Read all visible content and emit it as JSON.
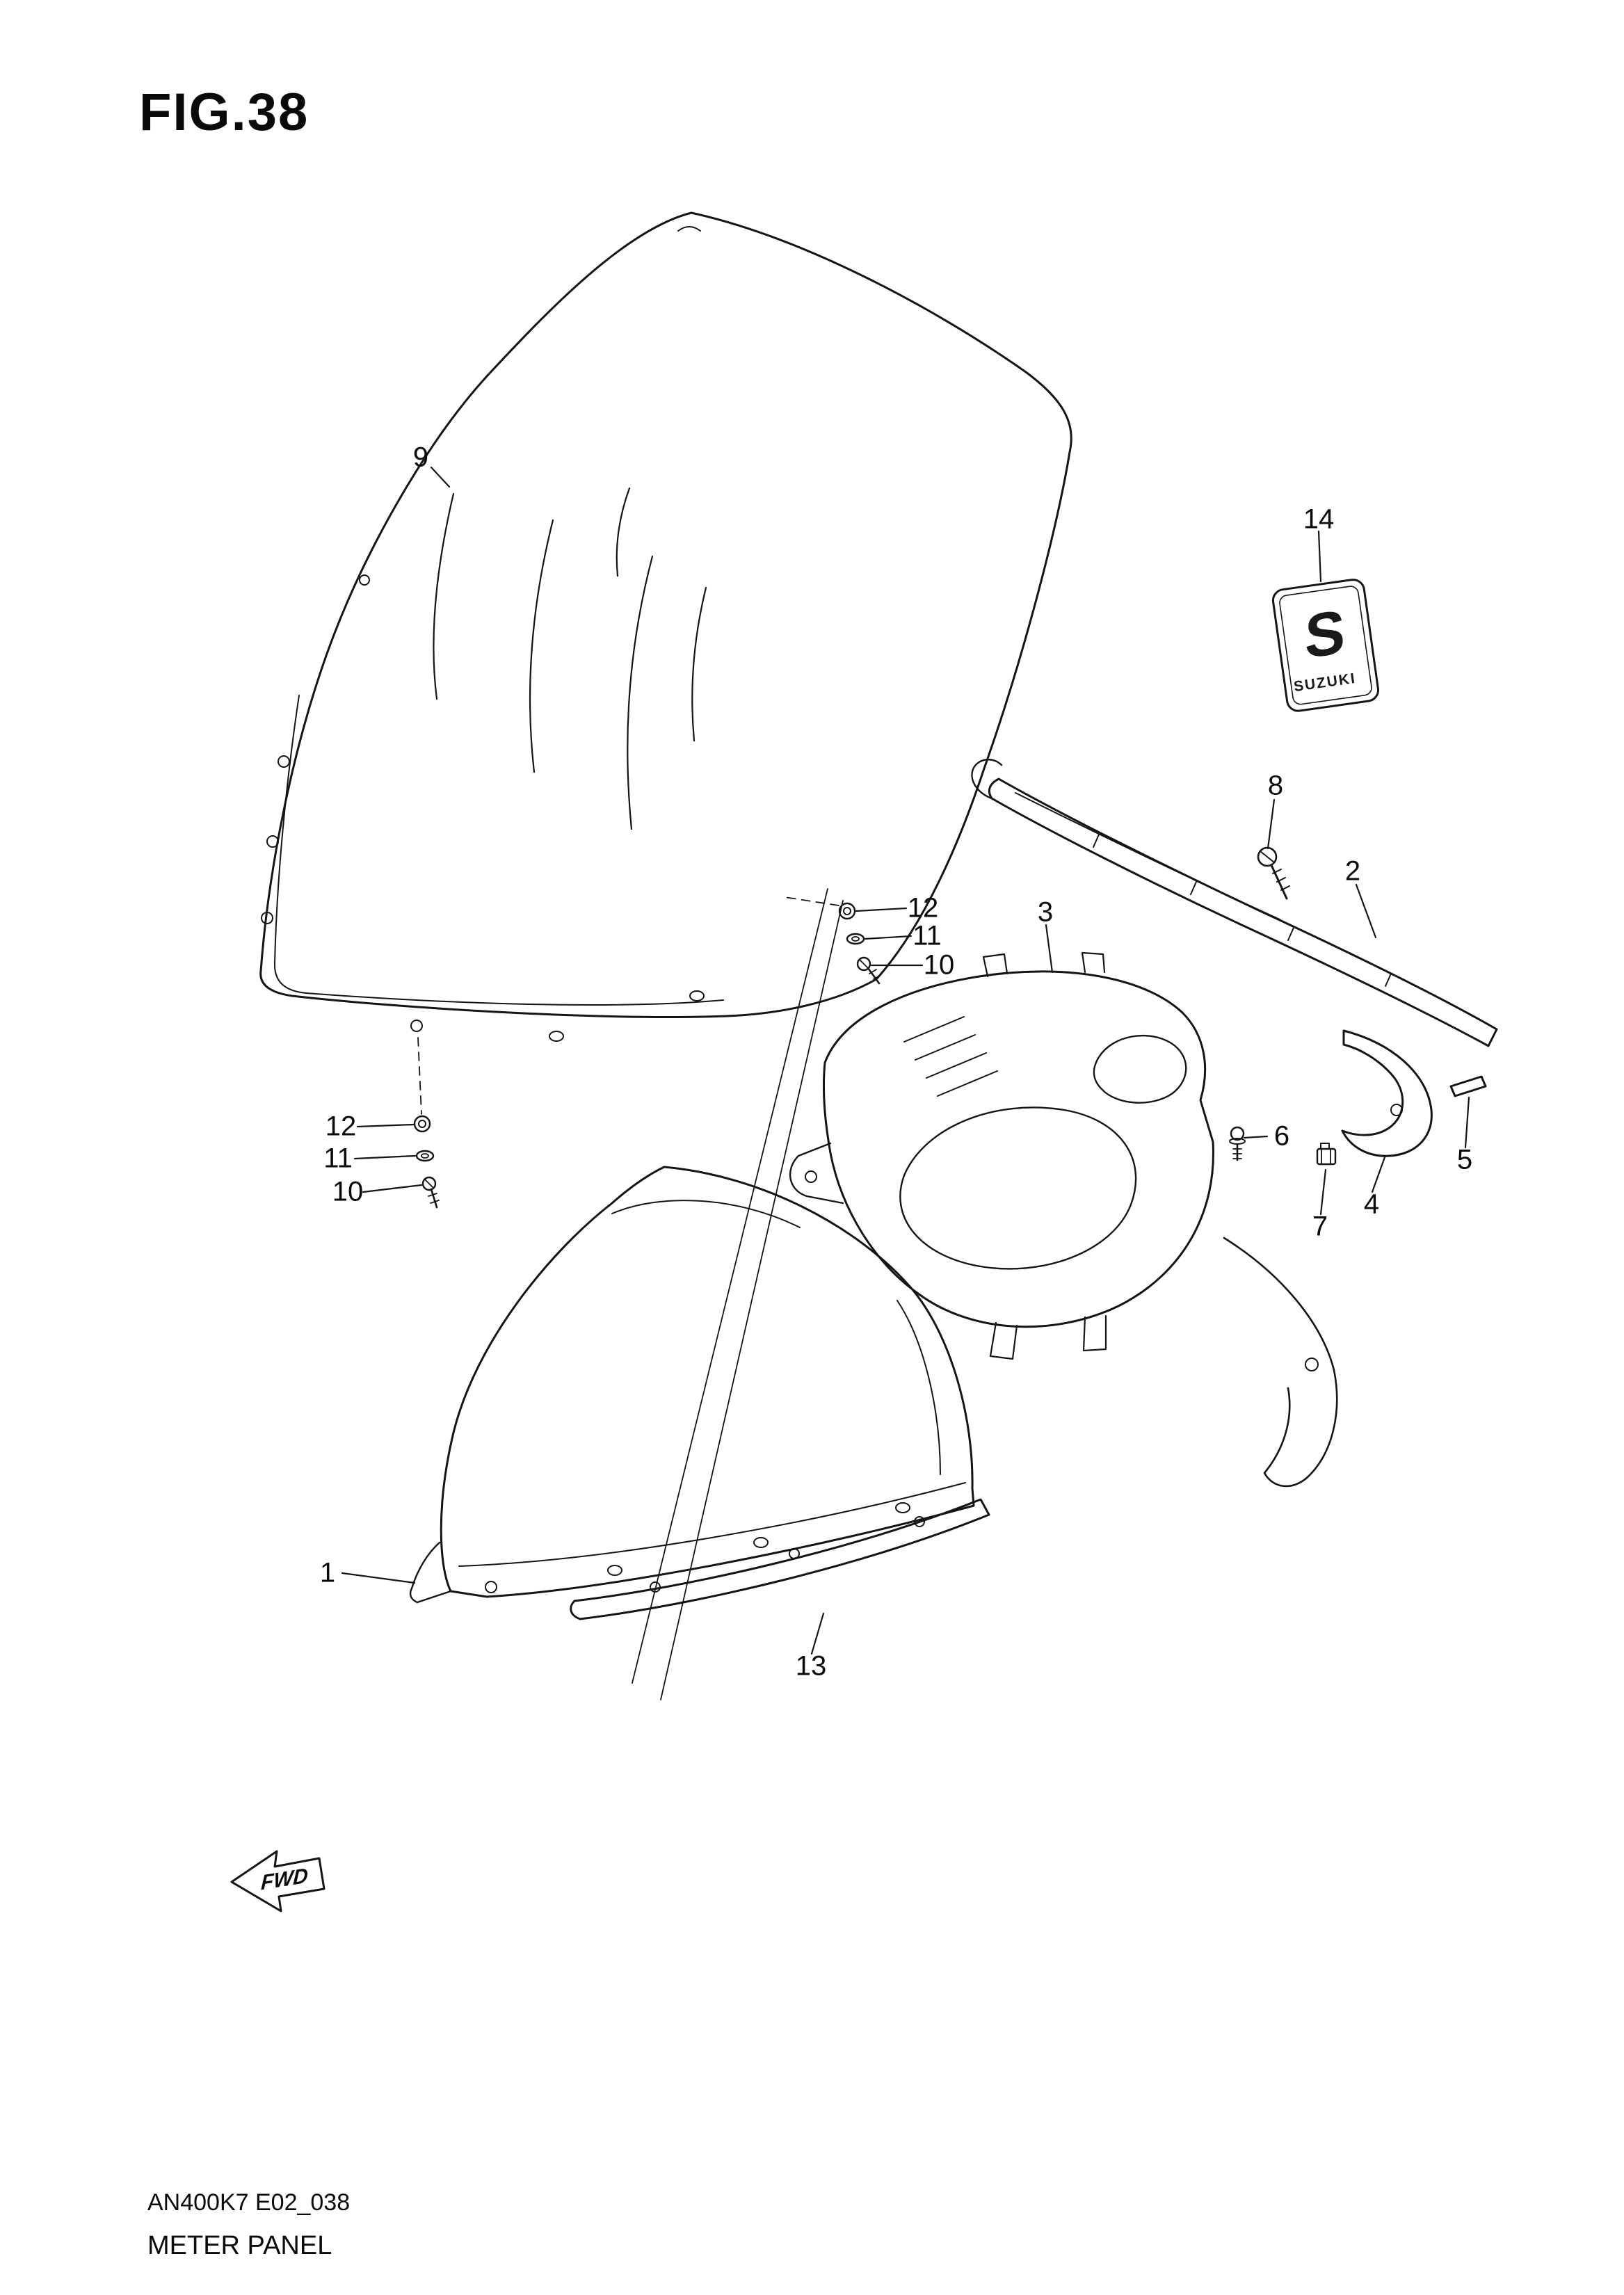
{
  "figure": {
    "title": "FIG.38",
    "footer_code": "AN400K7 E02_038",
    "footer_title": "METER PANEL"
  },
  "emblem": {
    "logo": "S",
    "brand": "SUZUKI"
  },
  "fwd_label": "FWD",
  "callouts": [
    {
      "part": "windshield",
      "label": "9"
    },
    {
      "part": "suzuki-emblem",
      "label": "14"
    },
    {
      "part": "screw-8",
      "label": "8"
    },
    {
      "part": "panel-trim",
      "label": "2"
    },
    {
      "part": "grommet-right",
      "label": "12"
    },
    {
      "part": "washer-right",
      "label": "11"
    },
    {
      "part": "screw-right",
      "label": "10"
    },
    {
      "part": "meter-panel-housing",
      "label": "3"
    },
    {
      "part": "grommet-left",
      "label": "12"
    },
    {
      "part": "washer-left",
      "label": "11"
    },
    {
      "part": "screw-left",
      "label": "10"
    },
    {
      "part": "bolt-6",
      "label": "6"
    },
    {
      "part": "clip-7",
      "label": "7"
    },
    {
      "part": "pin-5",
      "label": "5"
    },
    {
      "part": "bracket-4",
      "label": "4"
    },
    {
      "part": "front-panel",
      "label": "1"
    },
    {
      "part": "trim-strip",
      "label": "13"
    }
  ]
}
